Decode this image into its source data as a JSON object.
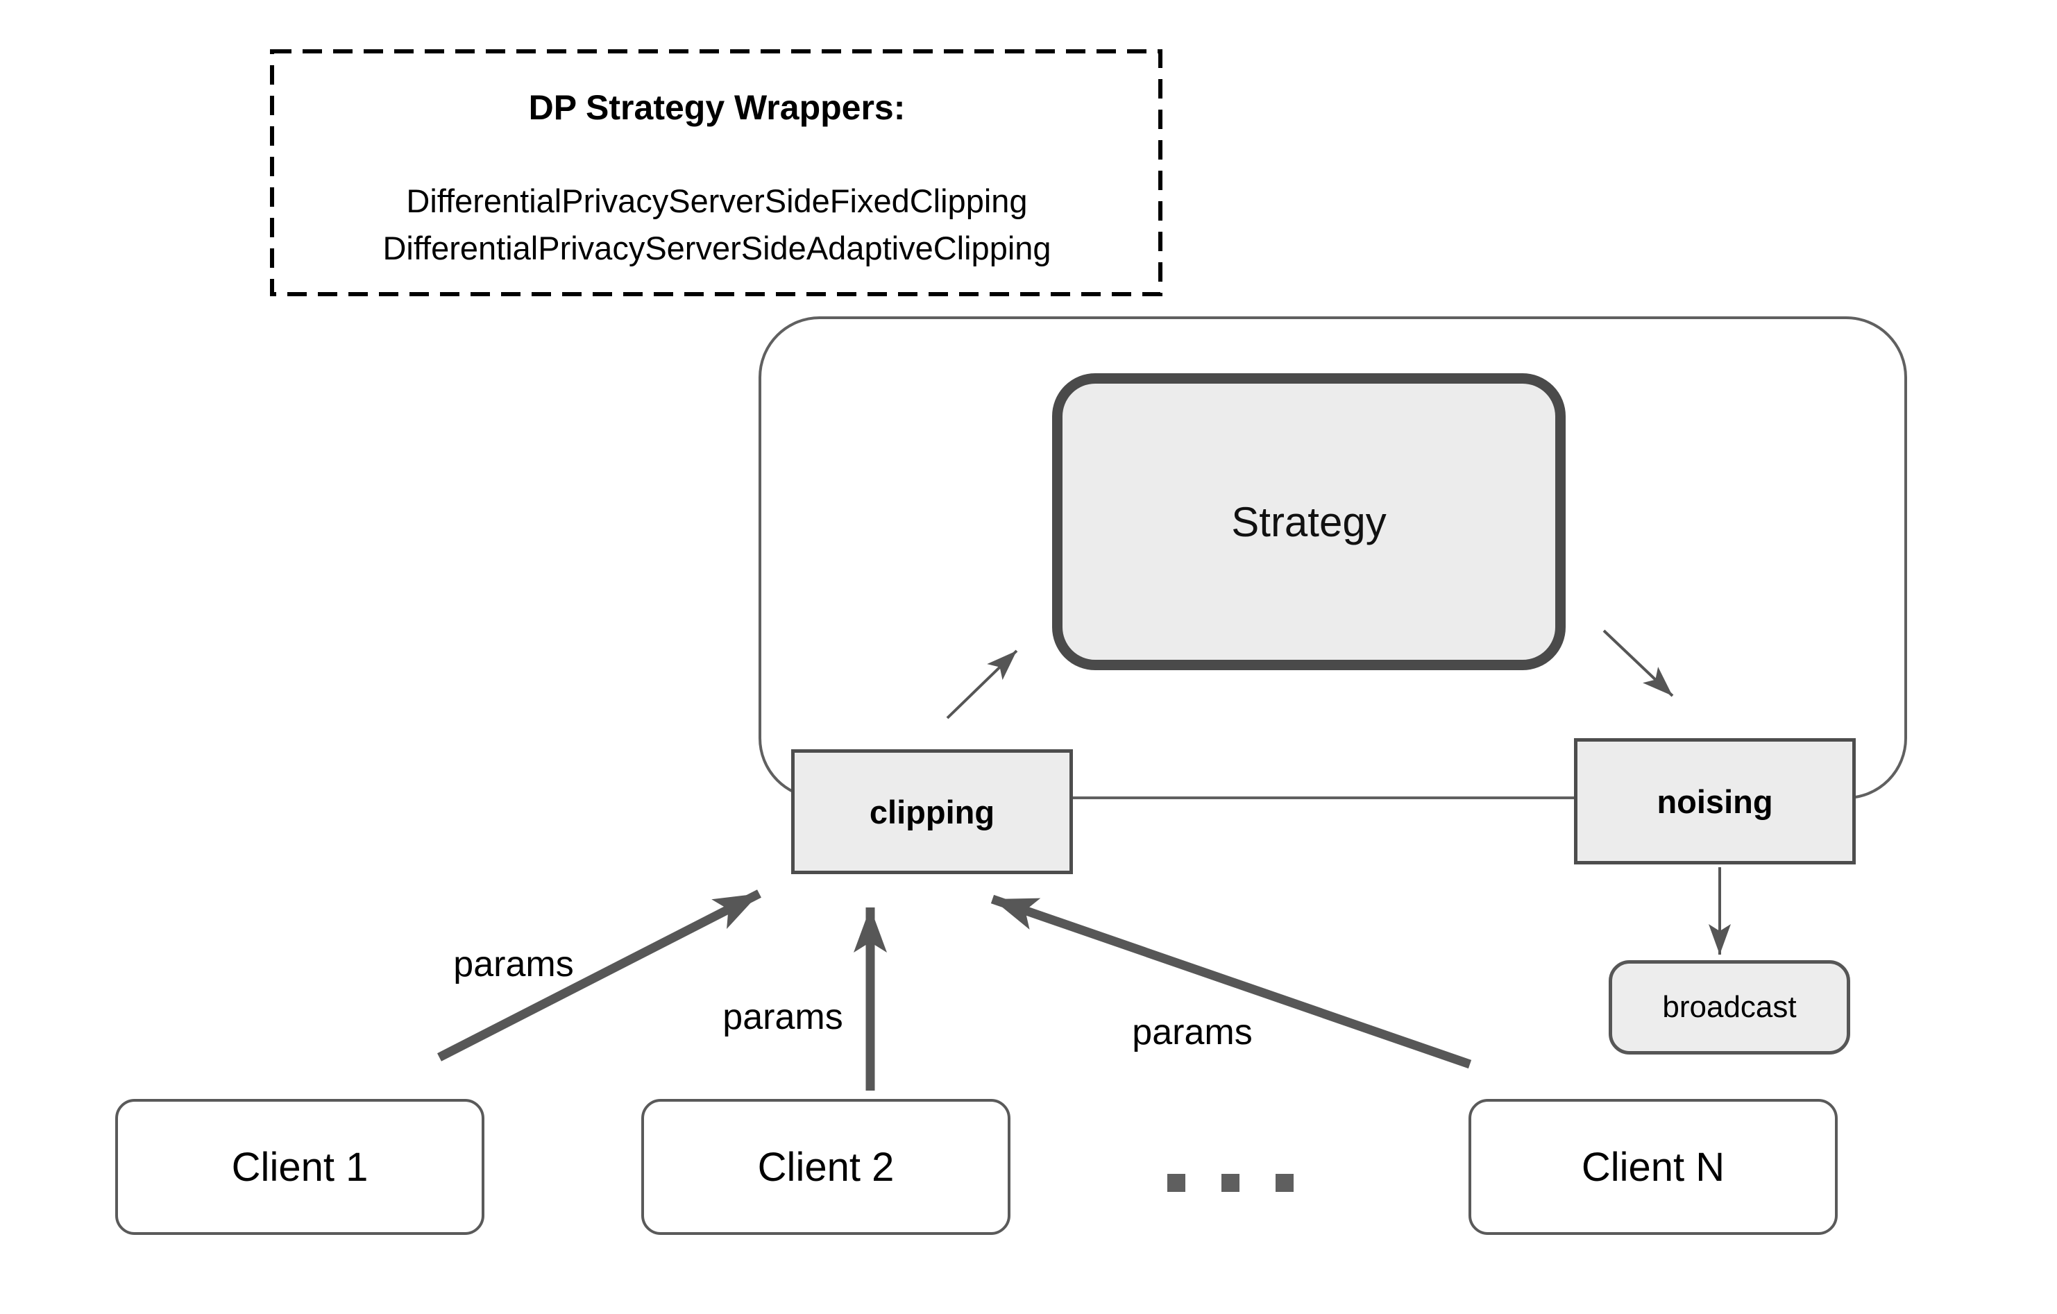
{
  "diagram": {
    "note": {
      "title": "DP Strategy Wrappers:",
      "wrappers": [
        "DifferentialPrivacyServerSideFixedClipping",
        "DifferentialPrivacyServerSideAdaptiveClipping"
      ]
    },
    "server": {
      "strategy_label": "Strategy",
      "clipping_label": "clipping",
      "noising_label": "noising"
    },
    "broadcast_label": "broadcast",
    "clients": [
      {
        "label": "Client 1"
      },
      {
        "label": "Client 2"
      },
      {
        "label": "Client N"
      }
    ],
    "edges": [
      {
        "from": "Client 1",
        "to": "clipping",
        "label": "params"
      },
      {
        "from": "Client 2",
        "to": "clipping",
        "label": "params"
      },
      {
        "from": "Client N",
        "to": "clipping",
        "label": "params"
      },
      {
        "from": "clipping",
        "to": "Strategy",
        "label": ""
      },
      {
        "from": "Strategy",
        "to": "noising",
        "label": ""
      },
      {
        "from": "noising",
        "to": "broadcast",
        "label": ""
      }
    ],
    "colors": {
      "node_fill": "#ececec",
      "stroke": "#565656",
      "strategy_border": "#4a4a4a",
      "server_border": "#606060",
      "text": "#000000",
      "background": "#ffffff"
    }
  }
}
